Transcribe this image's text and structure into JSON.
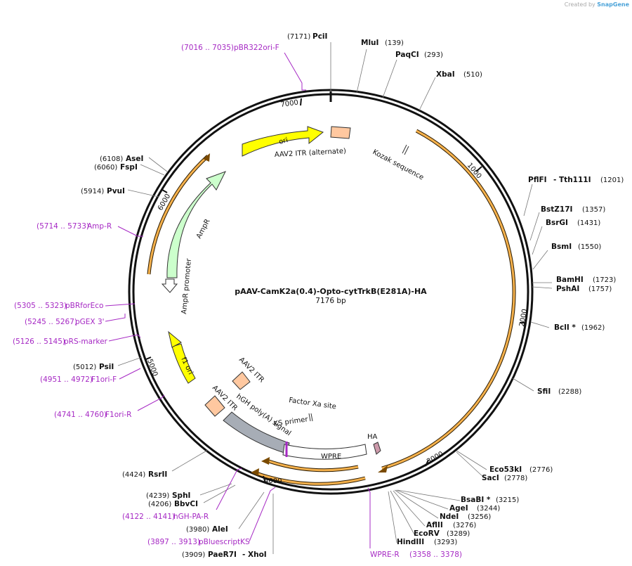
{
  "credit": {
    "prefix": "Created by",
    "brand": "SnapGene"
  },
  "plasmid": {
    "name": "pAAV-CamK2a(0.4)-Opto-cytTrkB(E281A)-HA",
    "length_label": "7176 bp"
  },
  "ticks": [
    {
      "label": "7000"
    },
    {
      "label": "1000"
    },
    {
      "label": "6000"
    },
    {
      "label": "2000"
    },
    {
      "label": "5000"
    },
    {
      "label": "3000"
    },
    {
      "label": "4000"
    }
  ],
  "enzymes": [
    {
      "name": "PciI",
      "pos": "(7171)"
    },
    {
      "name": "MluI",
      "pos": "(139)"
    },
    {
      "name": "PaqCI",
      "pos": "(293)"
    },
    {
      "name": "XbaI",
      "pos": "(510)"
    },
    {
      "name": "PflFI",
      "name2": "- Tth111I",
      "pos": "(1201)"
    },
    {
      "name": "BstZ17I",
      "pos": "(1357)"
    },
    {
      "name": "BsrGI",
      "pos": "(1431)"
    },
    {
      "name": "BsmI",
      "pos": "(1550)"
    },
    {
      "name": "BamHI",
      "pos": "(1723)"
    },
    {
      "name": "PshAI",
      "pos": "(1757)"
    },
    {
      "name": "BclI *",
      "pos": "(1962)"
    },
    {
      "name": "SfiI",
      "pos": "(2288)"
    },
    {
      "name": "Eco53kI",
      "pos": "(2776)"
    },
    {
      "name": "SacI",
      "pos": "(2778)"
    },
    {
      "name": "BsaBI *",
      "pos": "(3215)"
    },
    {
      "name": "AgeI",
      "pos": "(3244)"
    },
    {
      "name": "NdeI",
      "pos": "(3256)"
    },
    {
      "name": "AflII",
      "pos": "(3276)"
    },
    {
      "name": "EcoRV",
      "pos": "(3289)"
    },
    {
      "name": "HindIII",
      "pos": "(3293)"
    },
    {
      "name": "PaeR7I",
      "name2": "- XhoI",
      "pos": "(3909)"
    },
    {
      "name": "AleI",
      "pos": "(3980)"
    },
    {
      "name": "BbvCI",
      "pos": "(4206)"
    },
    {
      "name": "SphI",
      "pos": "(4239)"
    },
    {
      "name": "RsrII",
      "pos": "(4424)"
    },
    {
      "name": "PsiI",
      "pos": "(5012)"
    },
    {
      "name": "PvuI",
      "pos": "(5914)"
    },
    {
      "name": "FspI",
      "pos": "(6060)"
    },
    {
      "name": "AseI",
      "pos": "(6108)"
    }
  ],
  "primers": [
    {
      "name": "pBR322ori-F",
      "pos": "(7016 .. 7035)"
    },
    {
      "name": "Amp-R",
      "pos": "(5714 .. 5733)"
    },
    {
      "name": "pBRforEco",
      "pos": "(5305 .. 5323)"
    },
    {
      "name": "pGEX 3'",
      "pos": "(5245 .. 5267)"
    },
    {
      "name": "pRS-marker",
      "pos": "(5126 .. 5145)"
    },
    {
      "name": "F1ori-F",
      "pos": "(4951 .. 4972)"
    },
    {
      "name": "F1ori-R",
      "pos": "(4741 .. 4760)"
    },
    {
      "name": "hGH-PA-R",
      "pos": "(4122 .. 4141)"
    },
    {
      "name": "pBluescriptKS",
      "pos": "(3897 .. 3913)"
    },
    {
      "name": "WPRE-R",
      "pos": "(3358 .. 3378)"
    }
  ],
  "features": {
    "ori": "ori",
    "aav2_itr_alt": "AAV2 ITR (alternate)",
    "kozak": "Kozak sequence",
    "ampr": "AmpR",
    "ampr_promoter": "AmpR promoter",
    "f1ori": "f1 ori",
    "aav2_itr_1": "AAV2 ITR",
    "aav2_itr_2": "AAV2 ITR",
    "hgh": "hGH poly(A) signal",
    "factor_xa": "Factor Xa site",
    "ks_primer": "KS primer",
    "ha": "HA",
    "wpre": "WPRE"
  },
  "colors": {
    "primer": "#a629c4",
    "orf": "#f5b14c",
    "ori": "#ffff00",
    "ampr": "#ccffcc",
    "itr": "#ffc8a0",
    "polyA": "#a7adb6"
  }
}
